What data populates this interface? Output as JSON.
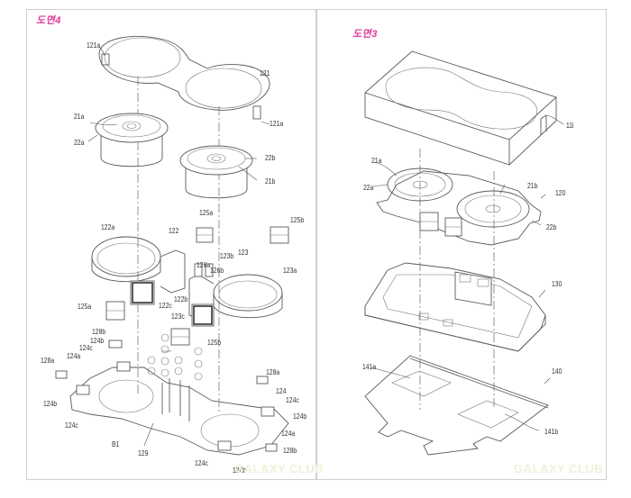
{
  "figures": [
    {
      "id": "fig4",
      "title": "도면4",
      "labels": [
        "121a",
        "121",
        "121a",
        "21a",
        "22a",
        "22b",
        "21b",
        "125a",
        "125b",
        "122a",
        "122",
        "123b",
        "123",
        "126a",
        "126b",
        "123a",
        "122b",
        "122c",
        "125a",
        "123c",
        "125b",
        "128b",
        "124b",
        "124c",
        "124a",
        "128a",
        "128a",
        "124",
        "124c",
        "124b",
        "124a",
        "124b",
        "124c",
        "B1",
        "129",
        "128b",
        "124c",
        "124b"
      ]
    },
    {
      "id": "fig3",
      "title": "도면3",
      "labels": [
        "11l",
        "21a",
        "22a",
        "21b",
        "120",
        "22b",
        "130",
        "141a",
        "140",
        "141b"
      ]
    }
  ],
  "watermark": "GALAXY CLUB",
  "colors": {
    "title": "#e0399a",
    "line": "#5a5a5a",
    "frame": "#cfcfcf"
  }
}
